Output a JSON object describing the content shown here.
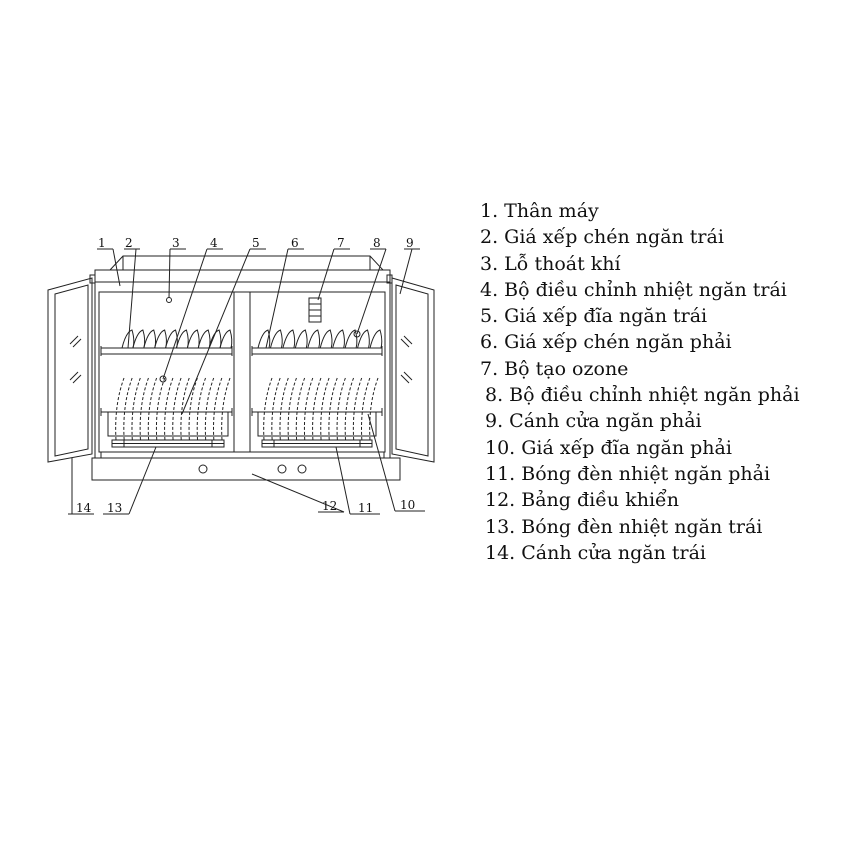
{
  "diagram": {
    "callouts": [
      "1",
      "2",
      "3",
      "4",
      "5",
      "6",
      "7",
      "8",
      "9",
      "10",
      "11",
      "12",
      "13",
      "14"
    ],
    "legend": [
      "1. Thân máy",
      "2. Giá xếp chén ngăn trái",
      "3. Lỗ thoát khí",
      "4. Bộ điều chỉnh nhiệt ngăn trái",
      "5. Giá xếp đĩa ngăn trái",
      "6. Giá xếp chén ngăn phải",
      "7. Bộ tạo ozone",
      "8. Bộ điều chỉnh nhiệt ngăn phải",
      "9. Cánh cửa ngăn phải",
      "10. Giá xếp đĩa ngăn phải",
      "11. Bóng đèn nhiệt ngăn phải",
      "12. Bảng điều khiển",
      "13. Bóng đèn nhiệt ngăn trái",
      "14. Cánh cửa ngăn trái"
    ]
  }
}
